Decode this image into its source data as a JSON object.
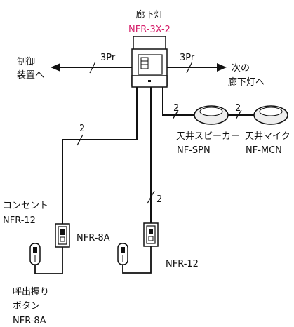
{
  "colors": {
    "line": "#111111",
    "model_highlight": "#d6206b",
    "device_fill": "#eeeeee"
  },
  "hallway_light": {
    "name": "廊下灯",
    "model": "NFR-3X-2"
  },
  "left_cable": {
    "label": "3Pr"
  },
  "right_cable": {
    "label": "3Pr"
  },
  "control_unit": {
    "line1": "制御",
    "line2": "装置へ"
  },
  "next_light": {
    "line1": "次の",
    "line2": "廊下灯へ"
  },
  "speaker": {
    "wire_count": "2",
    "name": "天井スピーカー",
    "model": "NF-SPN"
  },
  "microphone": {
    "wire_count": "2",
    "name": "天井マイク",
    "model": "NF-MCN"
  },
  "outlet_left": {
    "wire_count": "2",
    "name": "コンセント",
    "model": "NFR-12",
    "plug_model": "NFR-8A"
  },
  "outlet_right": {
    "wire_count": "2",
    "model": "NFR-12"
  },
  "call_button": {
    "line1": "呼出握り",
    "line2": "ボタン",
    "model": "NFR-8A"
  }
}
